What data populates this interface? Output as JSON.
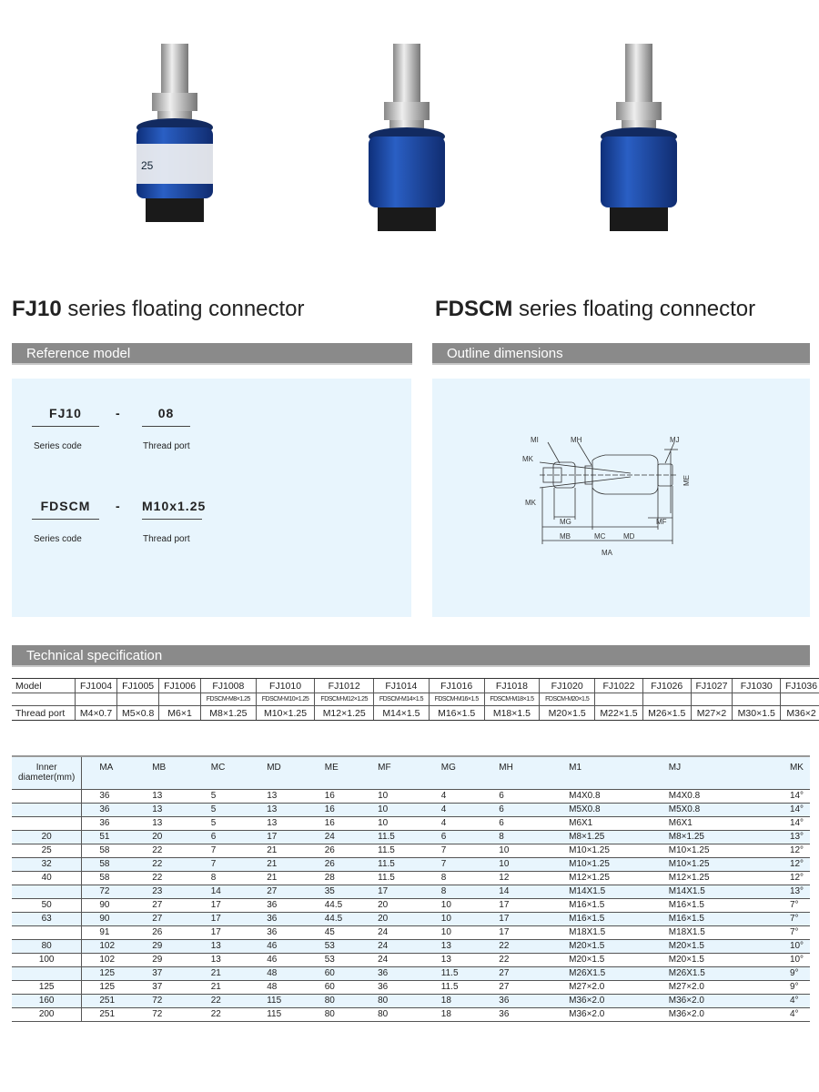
{
  "left_title": {
    "bold": "FJ10",
    "rest": " series floating connector"
  },
  "right_title": {
    "bold": "FDSCM",
    "rest": " series floating connector"
  },
  "reference_bar": "Reference model",
  "outline_bar": "Outline dimensions",
  "tech_bar": "Technical specification",
  "product_label": "25",
  "reference": [
    {
      "series": "FJ10",
      "dash": "-",
      "port": "08",
      "series_label": "Series code",
      "port_label": "Thread port"
    },
    {
      "series": "FDSCM",
      "dash": "-",
      "port": "M10x1.25",
      "series_label": "Series code",
      "port_label": "Thread port"
    }
  ],
  "diagram_labels": {
    "mi": "MI",
    "mh": "MH",
    "mj": "MJ",
    "mk1": "MK",
    "mk2": "MK",
    "me": "ME",
    "mg": "MG",
    "mf": "MF",
    "mb": "MB",
    "mc": "MC",
    "md": "MD",
    "ma": "MA"
  },
  "spec_table": {
    "rows": [
      [
        "Model",
        "FJ1004",
        "FJ1005",
        "FJ1006",
        "FJ1008",
        "FJ1010",
        "FJ1012",
        "FJ1014",
        "FJ1016",
        "FJ1018",
        "FJ1020",
        "FJ1022",
        "FJ1026",
        "FJ1027",
        "FJ1030",
        "FJ1036"
      ],
      [
        "",
        "",
        "",
        "",
        "FDSCM-M8×1.25",
        "FDSCM-M10×1.25",
        "FDSCM-M12×1.25",
        "FDSCM-M14×1.5",
        "FDSCM-M16×1.5",
        "FDSCM-M18×1.5",
        "FDSCM-M20×1.5",
        "",
        "",
        "",
        "",
        ""
      ],
      [
        "Thread port",
        "M4×0.7",
        "M5×0.8",
        "M6×1",
        "M8×1.25",
        "M10×1.25",
        "M12×1.25",
        "M14×1.5",
        "M16×1.5",
        "M18×1.5",
        "M20×1.5",
        "M22×1.5",
        "M26×1.5",
        "M27×2",
        "M30×1.5",
        "M36×2"
      ]
    ]
  },
  "dim_table": {
    "headers": [
      "Inner\ndiameter(mm)",
      "MA",
      "MB",
      "MC",
      "MD",
      "ME",
      "MF",
      "MG",
      "MH",
      "M1",
      "MJ",
      "MK"
    ],
    "rows": [
      [
        "",
        "36",
        "13",
        "5",
        "13",
        "16",
        "10",
        "4",
        "6",
        "M4X0.8",
        "M4X0.8",
        "14°"
      ],
      [
        "",
        "36",
        "13",
        "5",
        "13",
        "16",
        "10",
        "4",
        "6",
        "M5X0.8",
        "M5X0.8",
        "14°"
      ],
      [
        "",
        "36",
        "13",
        "5",
        "13",
        "16",
        "10",
        "4",
        "6",
        "M6X1",
        "M6X1",
        "14°"
      ],
      [
        "20",
        "51",
        "20",
        "6",
        "17",
        "24",
        "11.5",
        "6",
        "8",
        "M8×1.25",
        "M8×1.25",
        "13°"
      ],
      [
        "25",
        "58",
        "22",
        "7",
        "21",
        "26",
        "11.5",
        "7",
        "10",
        "M10×1.25",
        "M10×1.25",
        "12°"
      ],
      [
        "32",
        "58",
        "22",
        "7",
        "21",
        "26",
        "11.5",
        "7",
        "10",
        "M10×1.25",
        "M10×1.25",
        "12°"
      ],
      [
        "40",
        "58",
        "22",
        "8",
        "21",
        "28",
        "11.5",
        "8",
        "12",
        "M12×1.25",
        "M12×1.25",
        "12°"
      ],
      [
        "",
        "72",
        "23",
        "14",
        "27",
        "35",
        "17",
        "8",
        "14",
        "M14X1.5",
        "M14X1.5",
        "13°"
      ],
      [
        "50",
        "90",
        "27",
        "17",
        "36",
        "44.5",
        "20",
        "10",
        "17",
        "M16×1.5",
        "M16×1.5",
        "7°"
      ],
      [
        "63",
        "90",
        "27",
        "17",
        "36",
        "44.5",
        "20",
        "10",
        "17",
        "M16×1.5",
        "M16×1.5",
        "7°"
      ],
      [
        "",
        "91",
        "26",
        "17",
        "36",
        "45",
        "24",
        "10",
        "17",
        "M18X1.5",
        "M18X1.5",
        "7°"
      ],
      [
        "80",
        "102",
        "29",
        "13",
        "46",
        "53",
        "24",
        "13",
        "22",
        "M20×1.5",
        "M20×1.5",
        "10°"
      ],
      [
        "100",
        "102",
        "29",
        "13",
        "46",
        "53",
        "24",
        "13",
        "22",
        "M20×1.5",
        "M20×1.5",
        "10°"
      ],
      [
        "",
        "125",
        "37",
        "21",
        "48",
        "60",
        "36",
        "11.5",
        "27",
        "M26X1.5",
        "M26X1.5",
        "9°"
      ],
      [
        "125",
        "125",
        "37",
        "21",
        "48",
        "60",
        "36",
        "11.5",
        "27",
        "M27×2.0",
        "M27×2.0",
        "9°"
      ],
      [
        "160",
        "251",
        "72",
        "22",
        "115",
        "80",
        "80",
        "18",
        "36",
        "M36×2.0",
        "M36×2.0",
        "4°"
      ],
      [
        "200",
        "251",
        "72",
        "22",
        "115",
        "80",
        "80",
        "18",
        "36",
        "M36×2.0",
        "M36×2.0",
        "4°"
      ]
    ]
  },
  "colors": {
    "body_blue": "#1f4fa8",
    "panel": "#e8f5fd",
    "bar": "#8a8a8a"
  }
}
